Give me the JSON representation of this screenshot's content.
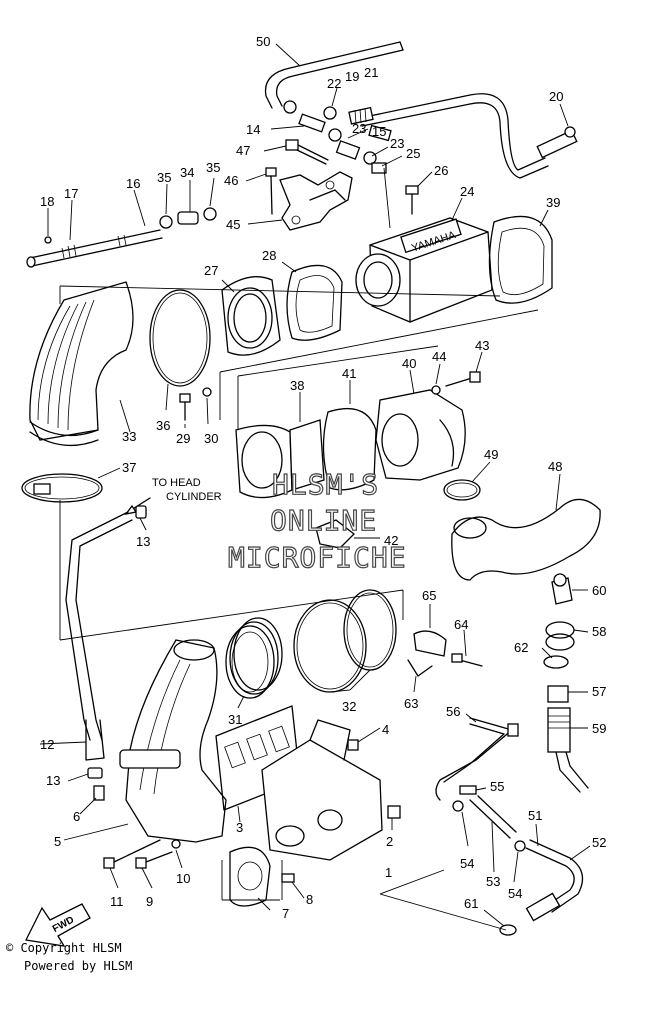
{
  "callouts": [
    "1",
    "2",
    "3",
    "4",
    "5",
    "6",
    "7",
    "8",
    "9",
    "10",
    "11",
    "12",
    "13",
    "13",
    "14",
    "15",
    "16",
    "17",
    "18",
    "19",
    "20",
    "21",
    "22",
    "23",
    "23",
    "24",
    "25",
    "26",
    "27",
    "28",
    "29",
    "30",
    "31",
    "32",
    "33",
    "34",
    "35",
    "35",
    "36",
    "37",
    "38",
    "39",
    "40",
    "41",
    "42",
    "43",
    "44",
    "45",
    "46",
    "47",
    "48",
    "49",
    "50",
    "51",
    "52",
    "53",
    "54",
    "54",
    "55",
    "56",
    "57",
    "58",
    "59",
    "60",
    "61",
    "62",
    "63",
    "64",
    "65"
  ],
  "annotations": {
    "to_head_line1": "TO HEAD",
    "to_head_line2": "CYLINDER",
    "engraving": "YAMAHA",
    "fwd_arrow": "FWD"
  },
  "watermark": {
    "line1": "HLSM'S",
    "line2": "ONLINE",
    "line3": "MICROFICHE"
  },
  "footer": {
    "copyright": "© Copyright HLSM",
    "powered": "Powered by HLSM"
  }
}
